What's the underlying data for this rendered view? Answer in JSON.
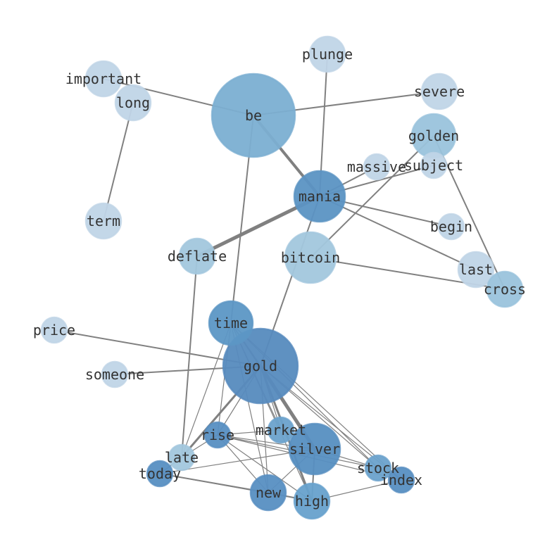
{
  "nodes": [
    "be",
    "mania",
    "gold",
    "time",
    "silver",
    "plunge",
    "important",
    "long",
    "severe",
    "golden",
    "massive",
    "subject",
    "begin",
    "term",
    "deflate",
    "bitcoin",
    "last",
    "cross",
    "price",
    "someone",
    "market",
    "rise",
    "late",
    "today",
    "stock",
    "index",
    "new",
    "high"
  ],
  "edges": [
    [
      "be",
      "important",
      1
    ],
    [
      "be",
      "severe",
      1
    ],
    [
      "be",
      "time",
      1
    ],
    [
      "be",
      "mania",
      2
    ],
    [
      "long",
      "term",
      1
    ],
    [
      "plunge",
      "mania",
      1
    ],
    [
      "mania",
      "deflate",
      2.5
    ],
    [
      "mania",
      "massive",
      1
    ],
    [
      "mania",
      "subject",
      1
    ],
    [
      "mania",
      "begin",
      1
    ],
    [
      "mania",
      "last",
      1
    ],
    [
      "golden",
      "bitcoin",
      1
    ],
    [
      "golden",
      "cross",
      1
    ],
    [
      "bitcoin",
      "cross",
      1
    ],
    [
      "deflate",
      "late",
      1
    ],
    [
      "mania",
      "gold",
      1
    ],
    [
      "price",
      "gold",
      1
    ],
    [
      "someone",
      "gold",
      1
    ],
    [
      "gold",
      "time",
      1
    ],
    [
      "gold",
      "silver",
      2.5
    ],
    [
      "gold",
      "rise",
      0.6
    ],
    [
      "gold",
      "late",
      1.5
    ],
    [
      "gold",
      "new",
      0.6
    ],
    [
      "gold",
      "high",
      1.5
    ],
    [
      "gold",
      "stock",
      0.6
    ],
    [
      "gold",
      "index",
      0.6
    ],
    [
      "gold",
      "market",
      0.6
    ],
    [
      "time",
      "rise",
      0.6
    ],
    [
      "time",
      "late",
      0.6
    ],
    [
      "time",
      "new",
      0.6
    ],
    [
      "time",
      "high",
      0.6
    ],
    [
      "time",
      "stock",
      0.6
    ],
    [
      "time",
      "index",
      0.6
    ],
    [
      "time",
      "silver",
      0.6
    ],
    [
      "time",
      "market",
      0.6
    ],
    [
      "rise",
      "market",
      0.6
    ],
    [
      "rise",
      "silver",
      0.6
    ],
    [
      "rise",
      "stock",
      0.6
    ],
    [
      "rise",
      "index",
      0.6
    ],
    [
      "rise",
      "new",
      0.6
    ],
    [
      "rise",
      "high",
      0.6
    ],
    [
      "rise",
      "late",
      0.6
    ],
    [
      "today",
      "silver",
      0.6
    ],
    [
      "today",
      "new",
      1
    ],
    [
      "today",
      "high",
      0.6
    ],
    [
      "new",
      "silver",
      0.6
    ],
    [
      "new",
      "high",
      1
    ],
    [
      "high",
      "index",
      0.6
    ],
    [
      "high",
      "silver",
      1
    ],
    [
      "silver",
      "stock",
      0.6
    ],
    [
      "late",
      "today",
      0.6
    ]
  ],
  "colors": {
    "edge": "#808080",
    "label": "#333333"
  }
}
